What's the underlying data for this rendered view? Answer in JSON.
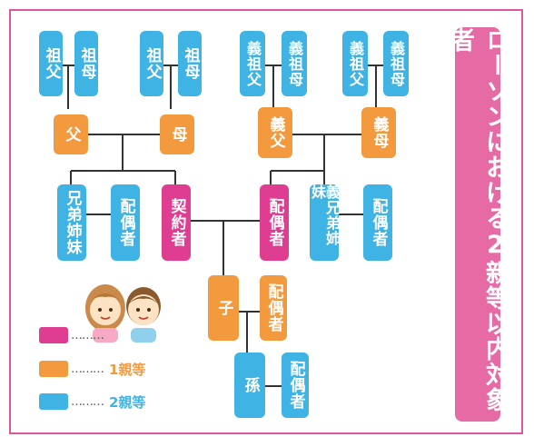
{
  "title": "ローソンにおける2親等以内対象者",
  "nodes": {
    "gf1": "祖父",
    "gm1": "祖母",
    "gf2": "祖父",
    "gm2": "祖母",
    "igf1": "義祖父",
    "igm1": "義祖母",
    "igf2": "義祖父",
    "igm2": "義祖母",
    "father": "父",
    "mother": "母",
    "ifather": "義父",
    "imother": "義母",
    "siblings": "兄弟姉妹",
    "sib_spouse": "配偶者",
    "contractor": "契約者",
    "spouse": "配偶者",
    "isiblings": "義兄弟姉妹",
    "isib_spouse": "配偶者",
    "child": "子",
    "child_spouse": "配偶者",
    "grandchild": "孫",
    "gc_spouse": "配偶者"
  },
  "legend": [
    {
      "label": "",
      "color": "#df3d91"
    },
    {
      "label": "1親等",
      "color": "#f39a3e"
    },
    {
      "label": "2親等",
      "color": "#3fb3e4"
    }
  ],
  "colors": {
    "blue": "#3fb3e4",
    "orange": "#f39a3e",
    "pink": "#df3d91",
    "frame": "#e0569a"
  }
}
